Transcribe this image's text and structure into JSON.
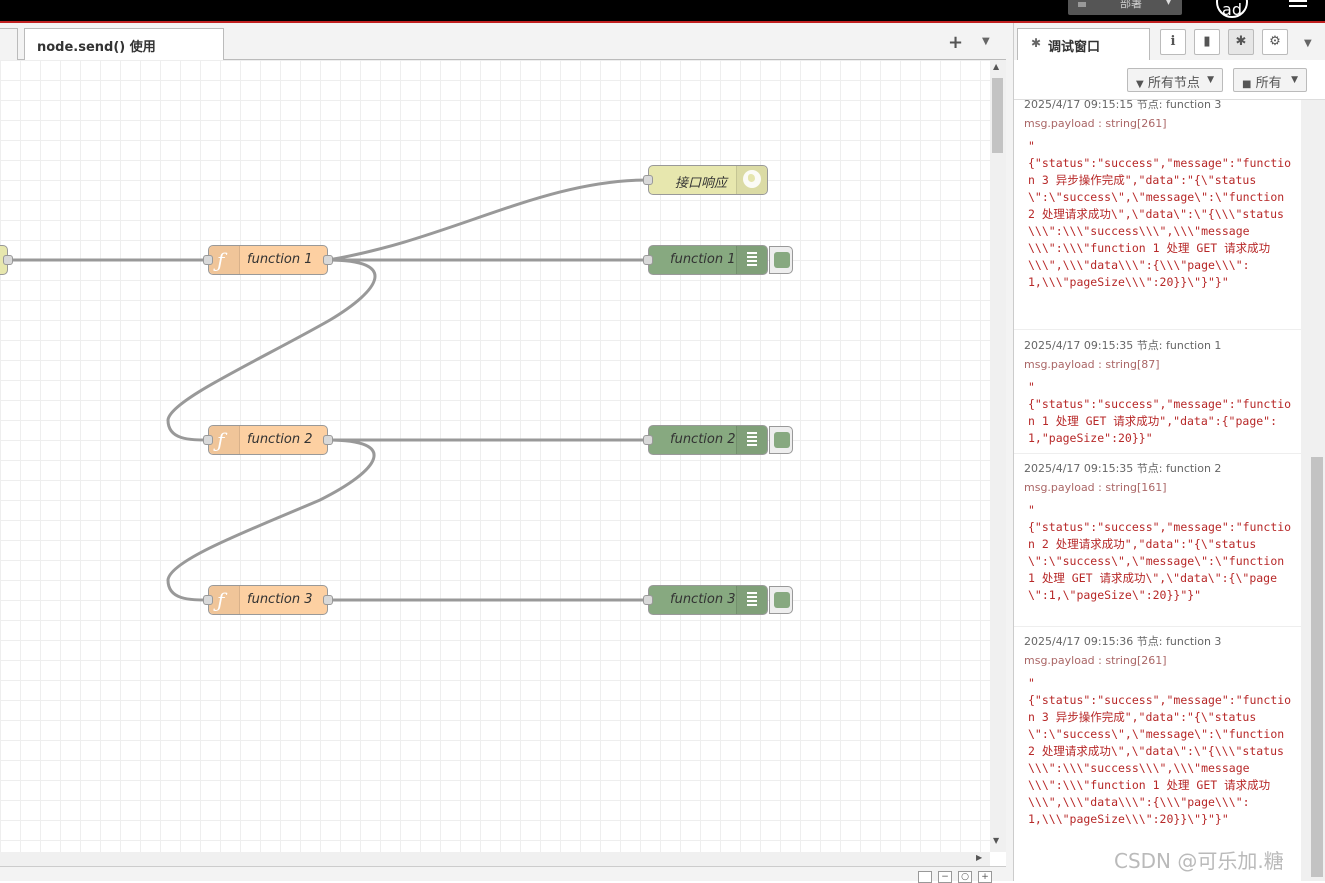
{
  "topbar": {
    "deploy_label": "部署",
    "user_initials": "ad"
  },
  "workspace": {
    "tab_label": "node.send() 使用",
    "add_tab": "+",
    "menu_caret": "▼"
  },
  "nodes": {
    "http_response": "接口响应",
    "function1": "function 1",
    "function2": "function 2",
    "function3": "function 3",
    "debug1": "function 1",
    "debug2": "function 2",
    "debug3": "function 3"
  },
  "sidebar": {
    "tab_label": "调试窗口",
    "filter_nodes": "所有节点",
    "filter_clear": "所有",
    "messages": [
      {
        "meta": "2025/4/17 09:15:15    节点: function 3",
        "topic": "msg.payload : string[261]",
        "value": "\"\n{\"status\":\"success\",\"message\":\"function 3 异步操作完成\",\"data\":\"{\\\"status\\\":\\\"success\\\",\\\"message\\\":\\\"function 2 处理请求成功\\\",\\\"data\\\":\\\"{\\\\\\\"status\\\\\\\":\\\\\\\"success\\\\\\\",\\\\\\\"message\\\\\\\":\\\\\\\"function 1 处理 GET 请求成功\\\\\\\",\\\\\\\"data\\\\\\\":{\\\\\\\"page\\\\\\\":1,\\\\\\\"pageSize\\\\\\\":20}}\\\"}\"}\""
      },
      {
        "meta": "2025/4/17 09:15:35    节点: function 1",
        "topic": "msg.payload : string[87]",
        "value": "\"\n{\"status\":\"success\",\"message\":\"function 1 处理 GET 请求成功\",\"data\":{\"page\":1,\"pageSize\":20}}\""
      },
      {
        "meta": "2025/4/17 09:15:35    节点: function 2",
        "topic": "msg.payload : string[161]",
        "value": "\"\n{\"status\":\"success\",\"message\":\"function 2 处理请求成功\",\"data\":\"{\\\"status\\\":\\\"success\\\",\\\"message\\\":\\\"function 1 处理 GET 请求成功\\\",\\\"data\\\":{\\\"page\\\":1,\\\"pageSize\\\":20}}\"}\""
      },
      {
        "meta": "2025/4/17 09:15:36    节点: function 3",
        "topic": "msg.payload : string[261]",
        "value": "\"\n{\"status\":\"success\",\"message\":\"function 3 异步操作完成\",\"data\":\"{\\\"status\\\":\\\"success\\\",\\\"message\\\":\\\"function 2 处理请求成功\\\",\\\"data\\\":\\\"{\\\\\\\"status\\\\\\\":\\\\\\\"success\\\\\\\",\\\\\\\"message\\\\\\\":\\\\\\\"function 1 处理 GET 请求成功\\\\\\\",\\\\\\\"data\\\\\\\":{\\\\\\\"page\\\\\\\":1,\\\\\\\"pageSize\\\\\\\":20}}\\\"}\"}\""
      }
    ]
  },
  "watermark": "CSDN @可乐加.糖",
  "colors": {
    "function_node": "#fdd0a2",
    "debug_node": "#87a980",
    "http_node": "#e7e7ae",
    "topbar": "#000000",
    "topbar_accent": "#c02020",
    "message_value": "#b72828"
  }
}
